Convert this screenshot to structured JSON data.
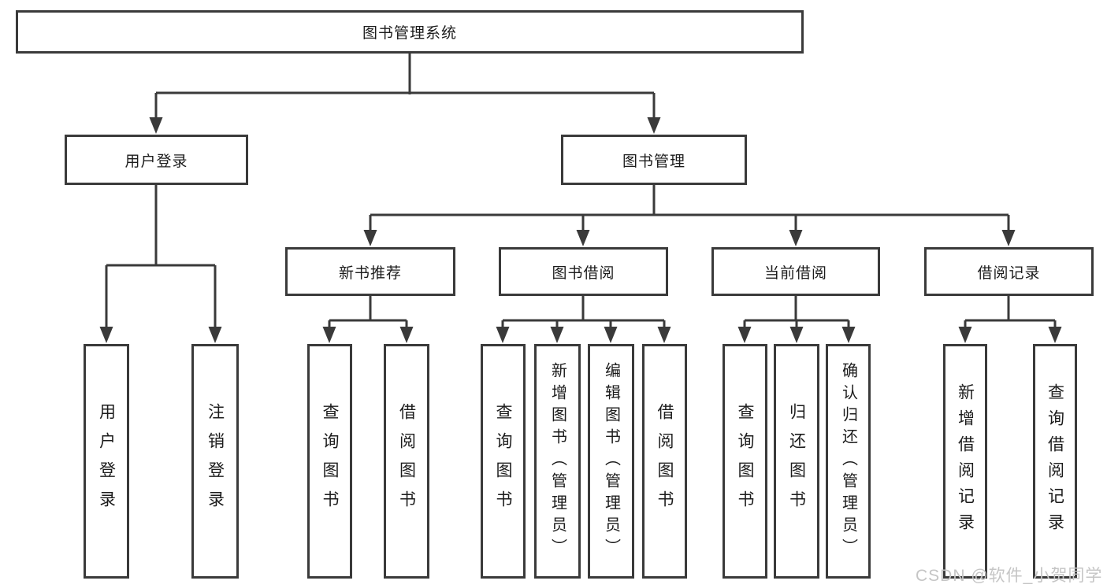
{
  "diagram": {
    "tree": {
      "root": {
        "label": "图书管理系统",
        "children": [
          {
            "label": "用户登录",
            "children": [
              {
                "label": "用户登录"
              },
              {
                "label": "注销登录"
              }
            ]
          },
          {
            "label": "图书管理",
            "children": [
              {
                "label": "新书推荐",
                "children": [
                  {
                    "label": "查询图书"
                  },
                  {
                    "label": "借阅图书"
                  }
                ]
              },
              {
                "label": "图书借阅",
                "children": [
                  {
                    "label": "查询图书"
                  },
                  {
                    "label": "新增图书（管理员）"
                  },
                  {
                    "label": "编辑图书（管理员）"
                  },
                  {
                    "label": "借阅图书"
                  }
                ]
              },
              {
                "label": "当前借阅",
                "children": [
                  {
                    "label": "查询图书"
                  },
                  {
                    "label": "归还图书"
                  },
                  {
                    "label": "确认归还（管理员）"
                  }
                ]
              },
              {
                "label": "借阅记录",
                "children": [
                  {
                    "label": "新增借阅记录"
                  },
                  {
                    "label": "查询借阅记录"
                  }
                ]
              }
            ]
          }
        ]
      }
    },
    "colors": {
      "line": "#3a3a3a",
      "text": "#1c1c1c",
      "background": "#ffffff",
      "watermark": "#c5c5c5"
    }
  },
  "watermark": {
    "text": "CSDN @软件_小贺同学"
  }
}
